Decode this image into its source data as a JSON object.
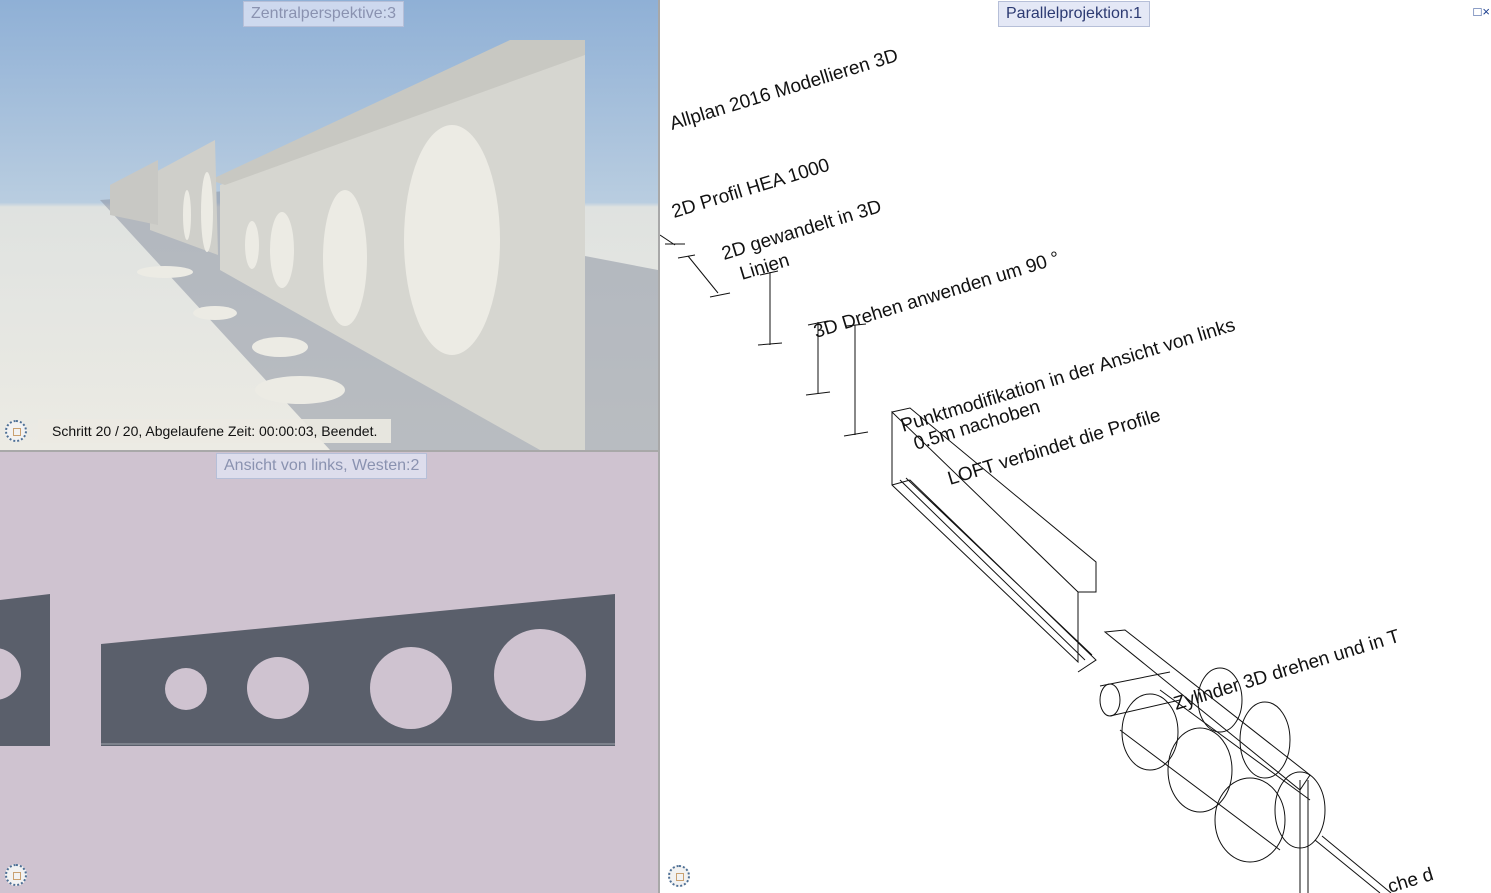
{
  "viewports": {
    "perspective": {
      "title": "Zentralperspektive:3",
      "status": "Schritt 20 / 20, Abgelaufene Zeit: 00:00:03, Beendet."
    },
    "side_view": {
      "title": "Ansicht von links, Westen:2"
    },
    "parallel": {
      "title": "Parallelprojektion:1",
      "annotations": [
        "Allplan 2016 Modellieren 3D",
        "2D Profil HEA 1000",
        "2D gewandelt in 3D",
        "Linien",
        "3D Drehen anwenden um 90 °",
        "Punktmodifikation in der Ansicht von links",
        "0.5m nachoben",
        "LOFT verbindet die Profile",
        "Zylinder 3D drehen und in T",
        "che d"
      ]
    }
  },
  "window_controls": {
    "maximize": "□",
    "close": "×"
  },
  "colors": {
    "side_bg": "#cfc3d0",
    "beam_dark": "#5a5f6b",
    "title_text": "#2c3a72"
  }
}
